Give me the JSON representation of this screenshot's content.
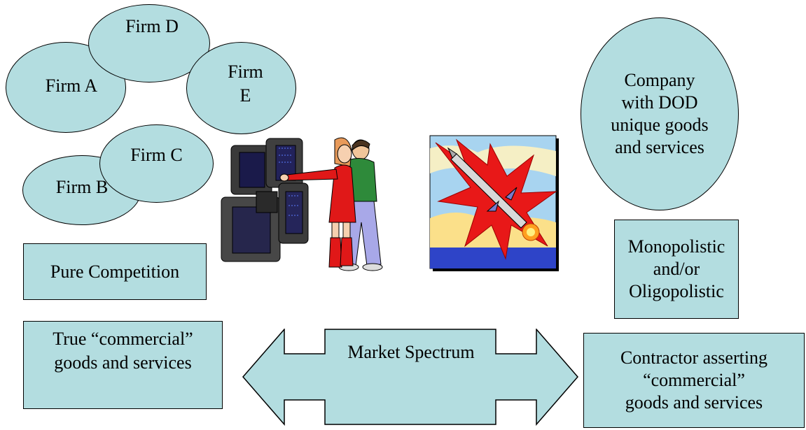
{
  "firms": {
    "a": "Firm A",
    "b": "Firm B",
    "c": "Firm C",
    "d": "Firm D",
    "e": "Firm E"
  },
  "company_dod": "Company\nwith DOD\nunique goods\nand services",
  "pure_competition": "Pure Competition",
  "monopolistic": "Monopolistic\nand/or\nOligopolistic",
  "true_commercial": "True “commercial”\ngoods and services",
  "market_spectrum": "Market Spectrum",
  "contractor_asserting": "Contractor asserting\n“commercial”\ngoods and services",
  "colors": {
    "shape_fill": "#b3dde0",
    "outline": "#000000"
  },
  "clipart": {
    "people": "people-at-monitors-clipart",
    "rocket": "rocket-launch-clipart"
  }
}
